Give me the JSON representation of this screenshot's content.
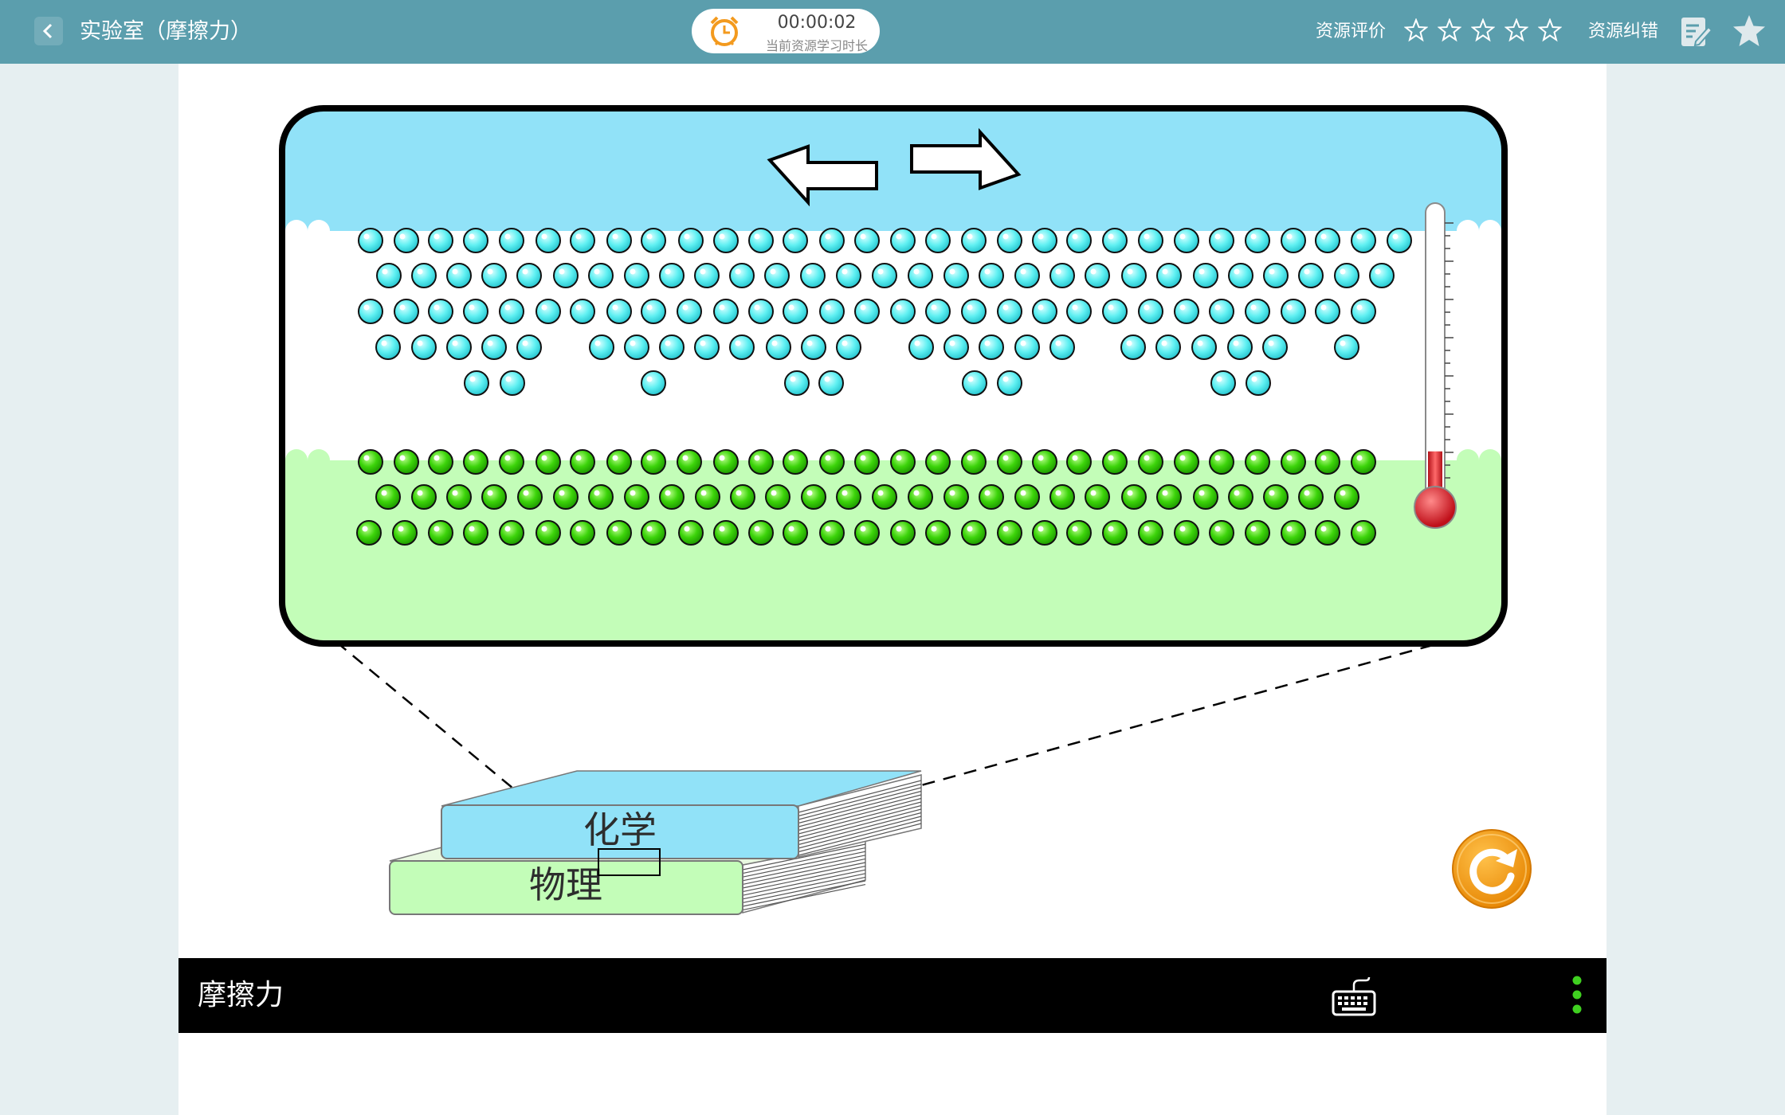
{
  "header": {
    "back_icon": "chevron-left-icon",
    "title": "实验室（摩擦力）",
    "timer": {
      "time": "00:00:02",
      "caption": "当前资源学习时长",
      "icon": "alarm-clock-icon"
    },
    "rating_label": "资源评价",
    "rating_value": 0,
    "rating_max": 5,
    "correction_label": "资源纠错",
    "edit_icon": "edit-note-icon",
    "favorite_icon": "star-icon"
  },
  "diagram": {
    "book_top_label": "化学",
    "book_bottom_label": "物理",
    "upper_particle_color": "#5ff0f2",
    "lower_particle_color": "#3cd40a",
    "upper_surface_color": "#91e2f8",
    "lower_surface_color": "#c3fdb8",
    "thermometer_level": 0.15,
    "arrow_left_icon": "arrow-left-icon",
    "arrow_right_icon": "arrow-right-icon",
    "reset_icon": "refresh-icon"
  },
  "footer": {
    "title": "摩擦力",
    "keyboard_icon": "keyboard-icon",
    "more_icon": "more-vertical-icon"
  }
}
